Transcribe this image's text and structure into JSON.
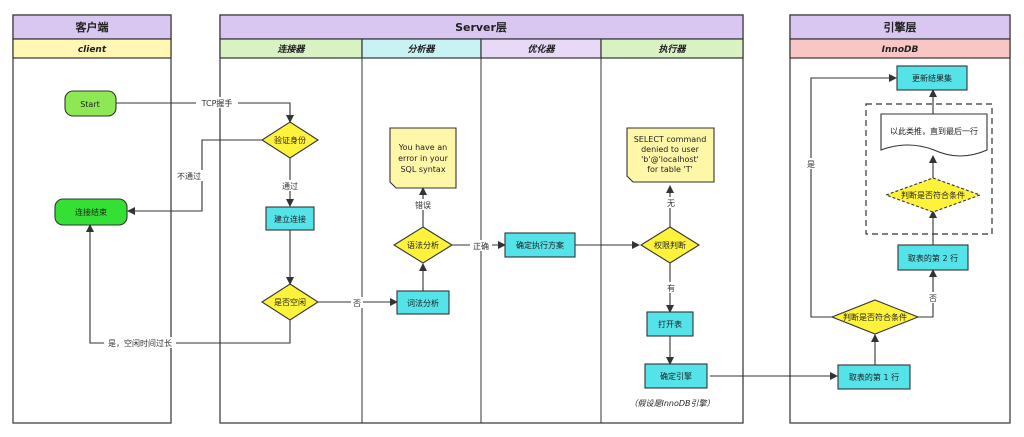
{
  "lanes": {
    "client": {
      "title": "客户端",
      "sub": "client"
    },
    "server": {
      "title": "Server层",
      "subs": [
        "连接器",
        "分析器",
        "优化器",
        "执行器"
      ]
    },
    "engine": {
      "title": "引擎层",
      "sub": "InnoDB"
    }
  },
  "nodes": {
    "start": "Start",
    "conn_end": "连接结束",
    "verify": "验证身份",
    "build_conn": "建立连接",
    "idle": "是否空闲",
    "lexical": "词法分析",
    "syntax": "语法分析",
    "error_note": [
      "You have an",
      "error in your",
      "SQL syntax"
    ],
    "plan": "确定执行方案",
    "perm": "权限判断",
    "deny_note": [
      "SELECT command",
      "denied to user",
      "'b'@'localhost'",
      "for table 'T'"
    ],
    "open_table": "打开表",
    "pick_engine": "确定引擎",
    "engine_note": "（假设是InnoDB引擎）",
    "fetch_first": "取表的第 1 行",
    "check_cond": "判断是否符合条件",
    "update_result": "更新结果集",
    "fetch_second": "取表的第 2 行",
    "check_cond2": "判断是否符合条件",
    "repeat_note": "以此类推，直到最后一行"
  },
  "edges": {
    "tcp": "TCP握手",
    "fail": "不通过",
    "pass": "通过",
    "no": "否",
    "yes_timeout": "是，空闲时间过长",
    "err": "错误",
    "ok": "正确",
    "none": "无",
    "has": "有",
    "yes": "是",
    "no2": "否"
  },
  "colors": {
    "lane_header": "#d9c7f2",
    "client_sub": "#fff7b3",
    "conn_sub": "#d9f2c4",
    "analyzer_sub": "#c9f2f5",
    "optimizer_sub": "#e8d9f7",
    "executor_sub": "#d9f2c4",
    "engine_sub": "#f9c6c6",
    "process": "#55e3ea",
    "decision": "#fff23a",
    "note": "#fff7a8",
    "start": "#8ee854",
    "end": "#33e033"
  }
}
